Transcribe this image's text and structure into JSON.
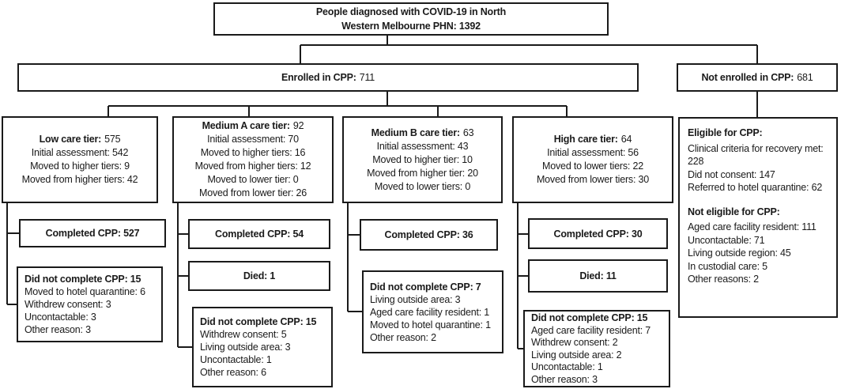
{
  "root": {
    "lines": [
      "People diagnosed with COVID-19 in North",
      "Western Melbourne PHN: 1392"
    ]
  },
  "enrolled": {
    "label": "Enrolled in CPP:",
    "value": "711"
  },
  "not_enrolled": {
    "label": "Not enrolled in CPP:",
    "value": "681"
  },
  "tiers": [
    {
      "label": "Low care tier:",
      "value": "575",
      "details": [
        "Initial assessment: 542",
        "Moved to higher tiers: 9",
        "Moved from higher tiers: 42"
      ]
    },
    {
      "label": "Medium A care tier:",
      "value": "92",
      "details": [
        "Initial assessment: 70",
        "Moved to higher tiers: 16",
        "Moved from higher tiers: 12",
        "Moved to lower tier: 0",
        "Moved from lower tier: 26"
      ]
    },
    {
      "label": "Medium B care tier:",
      "value": "63",
      "details": [
        "Initial assessment: 43",
        "Moved to higher tier: 10",
        "Moved from higher tier: 20",
        "Moved to lower tiers: 0"
      ]
    },
    {
      "label": "High care tier:",
      "value": "64",
      "details": [
        "Initial assessment: 56",
        "Moved to lower tiers: 22",
        "Moved from lower tiers: 30"
      ]
    }
  ],
  "outcomes": {
    "low_completed": "Completed CPP: 527",
    "low_incomplete": {
      "header": "Did not complete CPP: 15",
      "details": [
        "Moved to hotel quarantine: 6",
        "Withdrew consent: 3",
        "Uncontactable: 3",
        "Other reason: 3"
      ]
    },
    "medium_a_completed": "Completed CPP: 54",
    "medium_a_died": "Died: 1",
    "medium_a_incomplete": {
      "header": "Did not complete CPP: 15",
      "details": [
        "Withdrew consent: 5",
        "Living outside area: 3",
        "Uncontactable: 1",
        "Other reason: 6"
      ]
    },
    "medium_b_completed": "Completed CPP: 36",
    "medium_b_incomplete": {
      "header": "Did not complete CPP: 7",
      "details": [
        "Living outside area: 3",
        "Aged care facility resident: 1",
        "Moved to hotel quarantine: 1",
        "Other reason: 2"
      ]
    },
    "high_completed": "Completed CPP: 30",
    "high_died": "Died: 11",
    "high_incomplete": {
      "header": "Did not complete CPP: 15",
      "details": [
        "Aged care facility resident: 7",
        "Withdrew consent: 2",
        "Living outside area: 2",
        "Uncontactable: 1",
        "Other reason: 3"
      ]
    }
  },
  "eligibility": {
    "eligible_header": "Eligible for CPP:",
    "eligible_details": [
      "Clinical criteria for recovery met: 228",
      "Did not consent: 147",
      "Referred to hotel quarantine: 62"
    ],
    "not_eligible_header": "Not eligible for CPP:",
    "not_eligible_details": [
      "Aged care facility resident: 111",
      "Uncontactable: 71",
      "Living outside region: 45",
      "In custodial care: 5",
      "Other reasons: 2"
    ]
  }
}
